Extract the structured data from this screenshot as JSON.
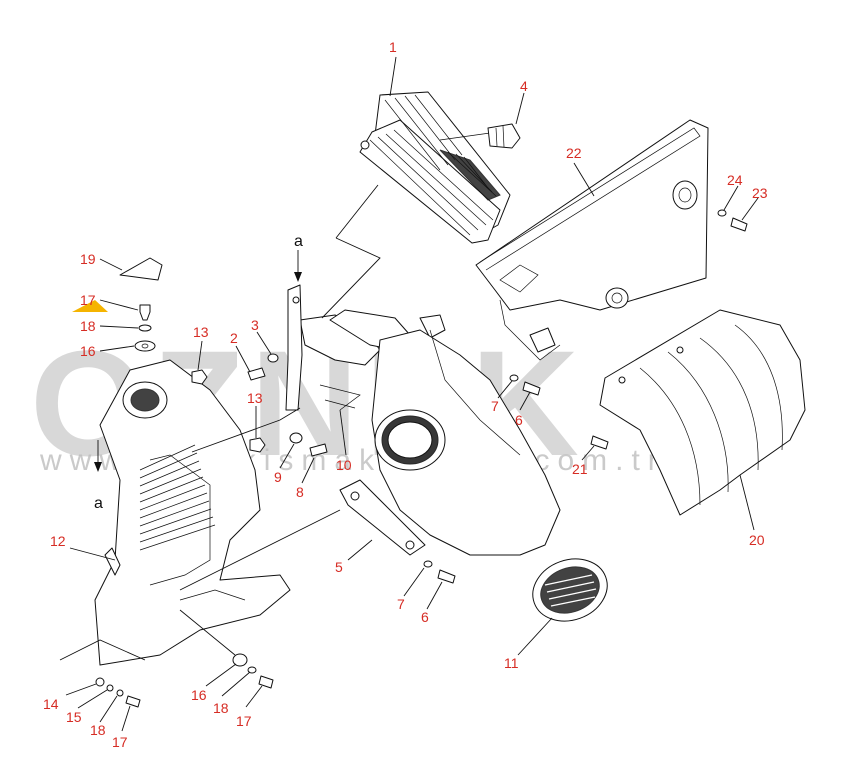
{
  "watermark": {
    "brand": "OZNEK",
    "url": "www.oznekismakinalari.com.tr",
    "accent_color": "#f5b400"
  },
  "reference_marks": [
    "a",
    "a"
  ],
  "callouts": [
    "1",
    "2",
    "3",
    "4",
    "5",
    "6",
    "6",
    "7",
    "7",
    "8",
    "9",
    "10",
    "11",
    "12",
    "13",
    "13",
    "14",
    "15",
    "16",
    "16",
    "17",
    "17",
    "17",
    "18",
    "18",
    "18",
    "19",
    "20",
    "21",
    "22",
    "23",
    "24"
  ]
}
